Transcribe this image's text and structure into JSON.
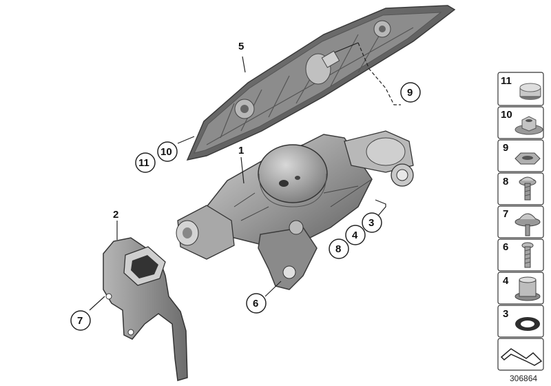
{
  "callouts": {
    "c1": "1",
    "c2": "2",
    "c3": "3",
    "c4": "4",
    "c5": "5",
    "c6": "6",
    "c7": "7",
    "c8": "8",
    "c9": "9",
    "c10": "10",
    "c11": "11"
  },
  "side_parts": [
    {
      "num": "11",
      "icon": "cap-icon"
    },
    {
      "num": "10",
      "icon": "hex-nut-washer-icon"
    },
    {
      "num": "9",
      "icon": "hex-nut-icon"
    },
    {
      "num": "8",
      "icon": "flange-screw-icon"
    },
    {
      "num": "7",
      "icon": "washer-screw-icon"
    },
    {
      "num": "6",
      "icon": "screw-icon"
    },
    {
      "num": "4",
      "icon": "bushing-icon"
    },
    {
      "num": "3",
      "icon": "seal-ring-icon"
    }
  ],
  "doc_number": "306864",
  "colors": {
    "part_dark": "#6b6b6b",
    "part_mid": "#9a9a9a",
    "part_light": "#c4c4c4"
  }
}
